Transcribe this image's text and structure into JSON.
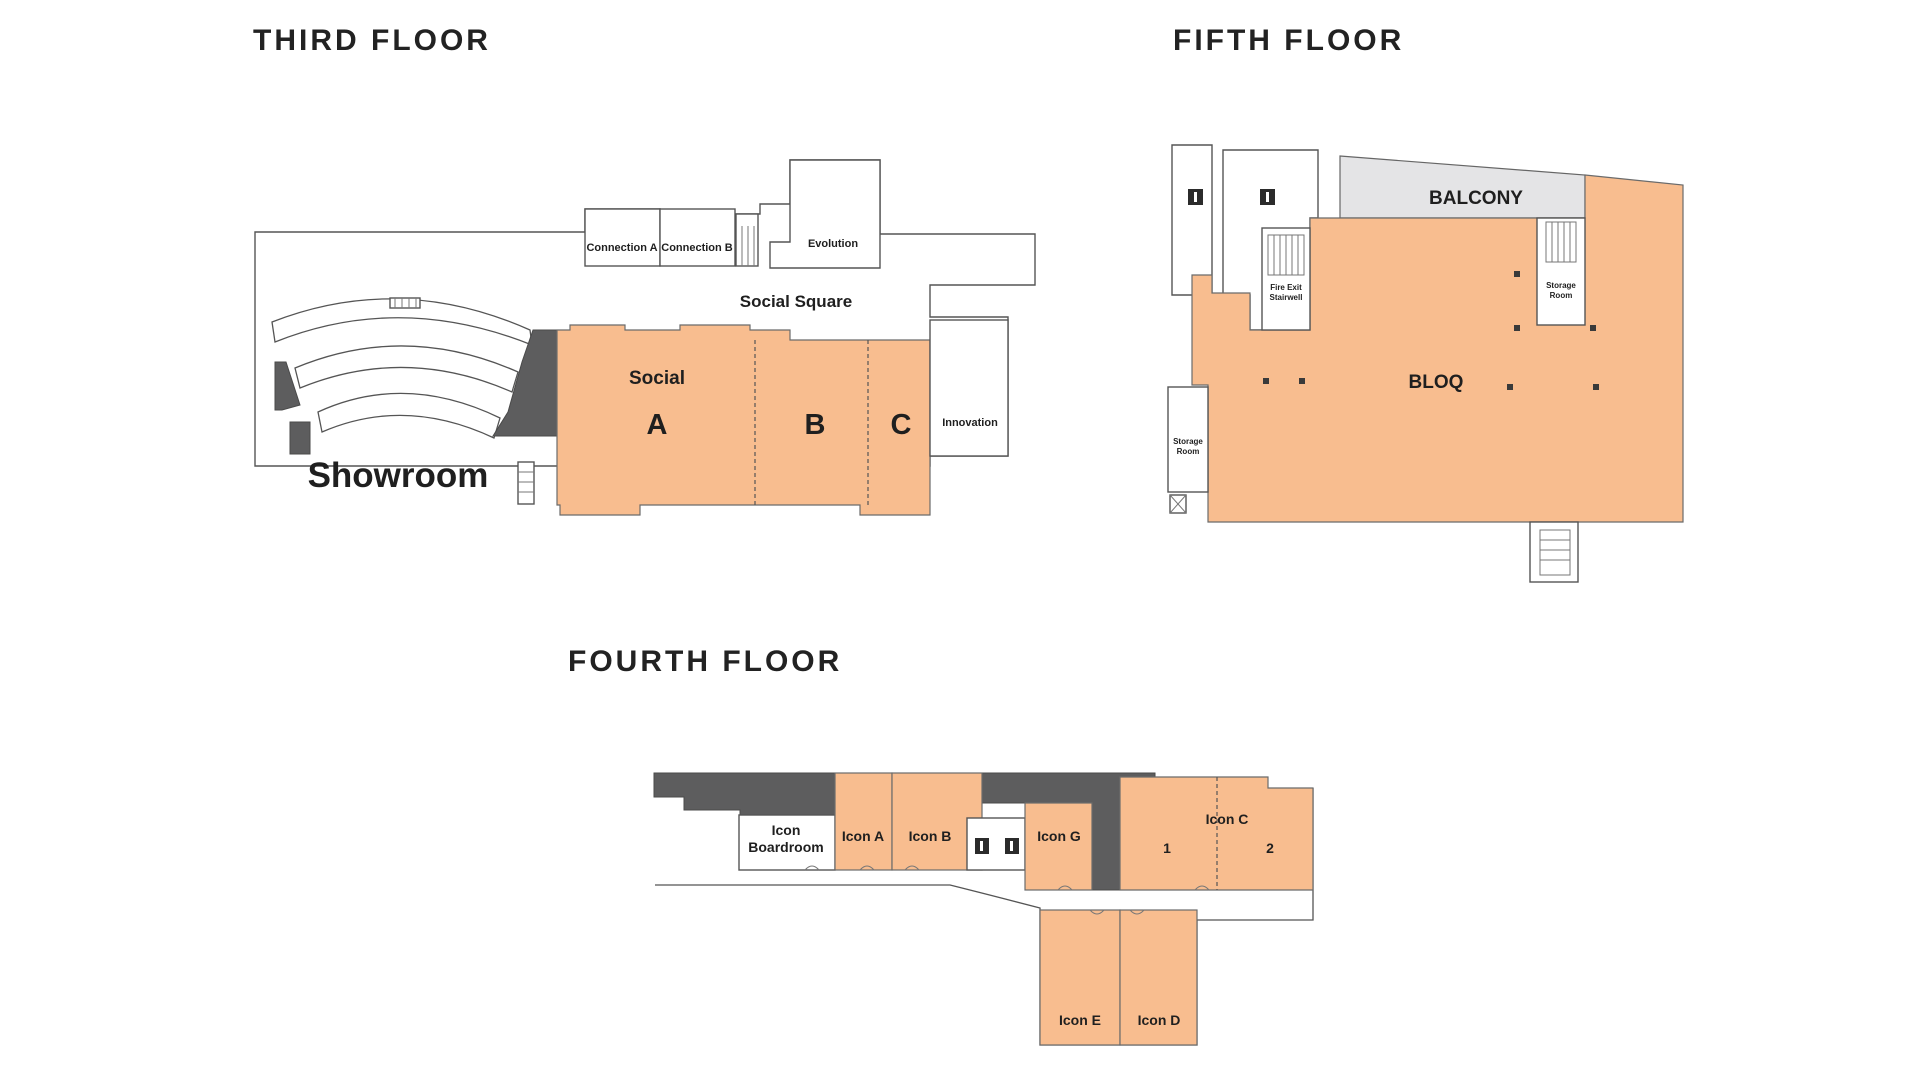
{
  "floors": {
    "third": {
      "title": "THIRD FLOOR",
      "rooms": {
        "connection_a": "Connection A",
        "connection_b": "Connection B",
        "evolution": "Evolution",
        "social_square": "Social Square",
        "social": "Social",
        "a": "A",
        "b": "B",
        "c": "C",
        "innovation": "Innovation",
        "showroom": "Showroom"
      }
    },
    "fifth": {
      "title": "FIFTH FLOOR",
      "rooms": {
        "balcony": "BALCONY",
        "bloq": "BLOQ",
        "fire_exit_line1": "Fire Exit",
        "fire_exit_line2": "Stairwell",
        "storage_right_line1": "Storage",
        "storage_right_line2": "Room",
        "storage_left_line1": "Storage",
        "storage_left_line2": "Room"
      }
    },
    "fourth": {
      "title": "FOURTH FLOOR",
      "rooms": {
        "boardroom_line1": "Icon",
        "boardroom_line2": "Boardroom",
        "icon_a": "Icon A",
        "icon_b": "Icon B",
        "icon_g": "Icon G",
        "icon_c": "Icon C",
        "icon_c_1": "1",
        "icon_c_2": "2",
        "icon_e": "Icon E",
        "icon_d": "Icon D"
      }
    }
  },
  "icons": [
    "restroom-icon",
    "stairs-icon",
    "elevator-icon",
    "column-icon"
  ],
  "colors": {
    "bookable_room": "#f8bd8f",
    "service_area": "#5d5d5e",
    "balcony": "#e4e4e6",
    "walls": "#555555",
    "title_text": "#222222"
  }
}
